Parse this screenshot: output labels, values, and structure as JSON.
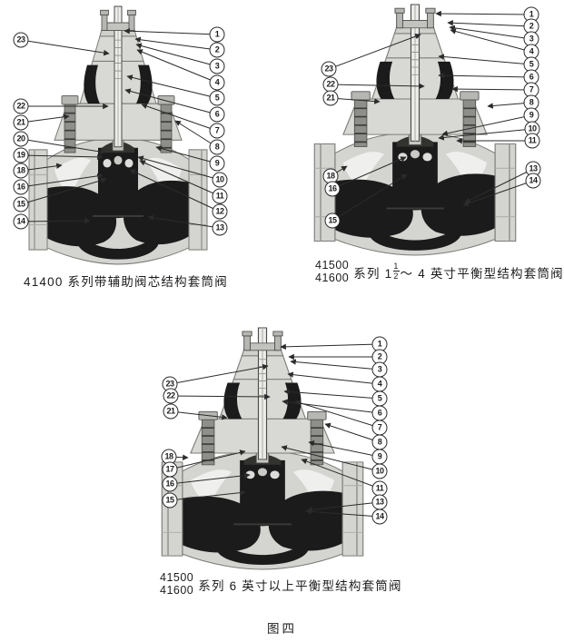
{
  "figure_label": "图四",
  "diagrams": [
    {
      "caption": "41400 系列带辅助阀芯结构套筒阀",
      "left_callouts": [
        "23",
        "22",
        "21",
        "20",
        "19",
        "18",
        "16",
        "15",
        "14"
      ],
      "right_callouts": [
        "1",
        "2",
        "3",
        "4",
        "5",
        "6",
        "7",
        "8",
        "9",
        "10",
        "11",
        "12",
        "13"
      ]
    },
    {
      "series_top": "41500",
      "series_bottom": "41600",
      "caption_prefix": "系列 1",
      "frac_num": "1",
      "frac_den": "2",
      "caption_suffix": "～ 4 英寸平衡型结构套筒阀",
      "left_callouts": [
        "23",
        "22",
        "21",
        "18",
        "16",
        "15"
      ],
      "right_callouts": [
        "1",
        "2",
        "3",
        "4",
        "5",
        "6",
        "7",
        "8",
        "9",
        "10",
        "11",
        "13",
        "14"
      ]
    },
    {
      "series_top": "41500",
      "series_bottom": "41600",
      "caption": "系列 6 英寸以上平衡型结构套筒阀",
      "left_callouts": [
        "23",
        "22",
        "21",
        "18",
        "17",
        "16",
        "15"
      ],
      "right_callouts": [
        "1",
        "2",
        "3",
        "4",
        "5",
        "6",
        "7",
        "8",
        "9",
        "10",
        "11",
        "13",
        "14"
      ]
    }
  ]
}
